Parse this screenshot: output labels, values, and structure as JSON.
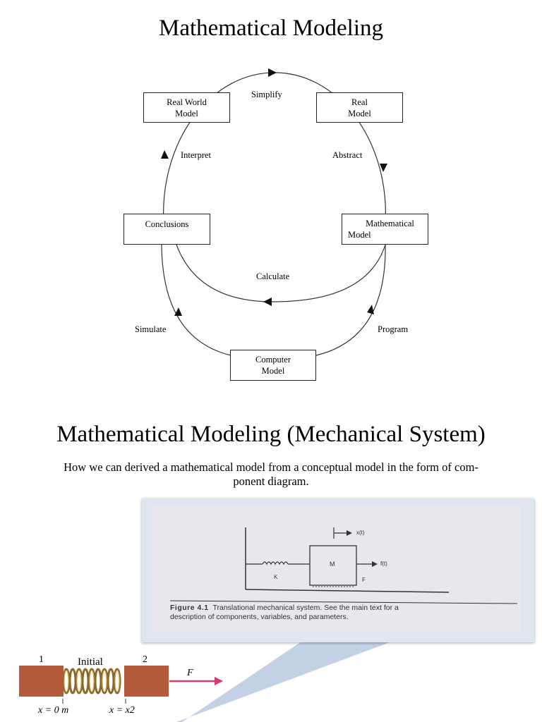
{
  "cycle": {
    "title": "Mathematical Modeling",
    "boxes": {
      "real_world_model": [
        "Real World",
        "Model"
      ],
      "real_model": [
        "Real",
        "Model"
      ],
      "mathematical_model": [
        "Mathematical",
        "Model"
      ],
      "conclusions": [
        "Conclusions"
      ],
      "computer_model": [
        "Computer",
        "Model"
      ]
    },
    "edges": {
      "simplify": "Simplify",
      "abstract": "Abstract",
      "interpret": "Interpret",
      "calculate": "Calculate",
      "simulate": "Simulate",
      "program": "Program"
    }
  },
  "mechanical": {
    "title": "Mathematical Modeling (Mechanical System)",
    "intro_line1": "How we can derived a mathematical model from a conceptual model in the form of com-",
    "intro_line2": "ponent diagram.",
    "photo": {
      "labels": {
        "xt": "x(t)",
        "ft": "f(t)",
        "mass": "M",
        "spring": "K",
        "force": "F"
      },
      "caption_label": "Figure 4.1",
      "caption_line1": "Translational mechanical system. See the main text for a",
      "caption_line2": "description of components, variables, and parameters."
    },
    "spring_fig": {
      "label_1": "1",
      "label_2": "2",
      "label_initial": "Initial",
      "label_f": "F",
      "label_x0": "x = 0 m",
      "label_x2": "x = x2"
    }
  }
}
